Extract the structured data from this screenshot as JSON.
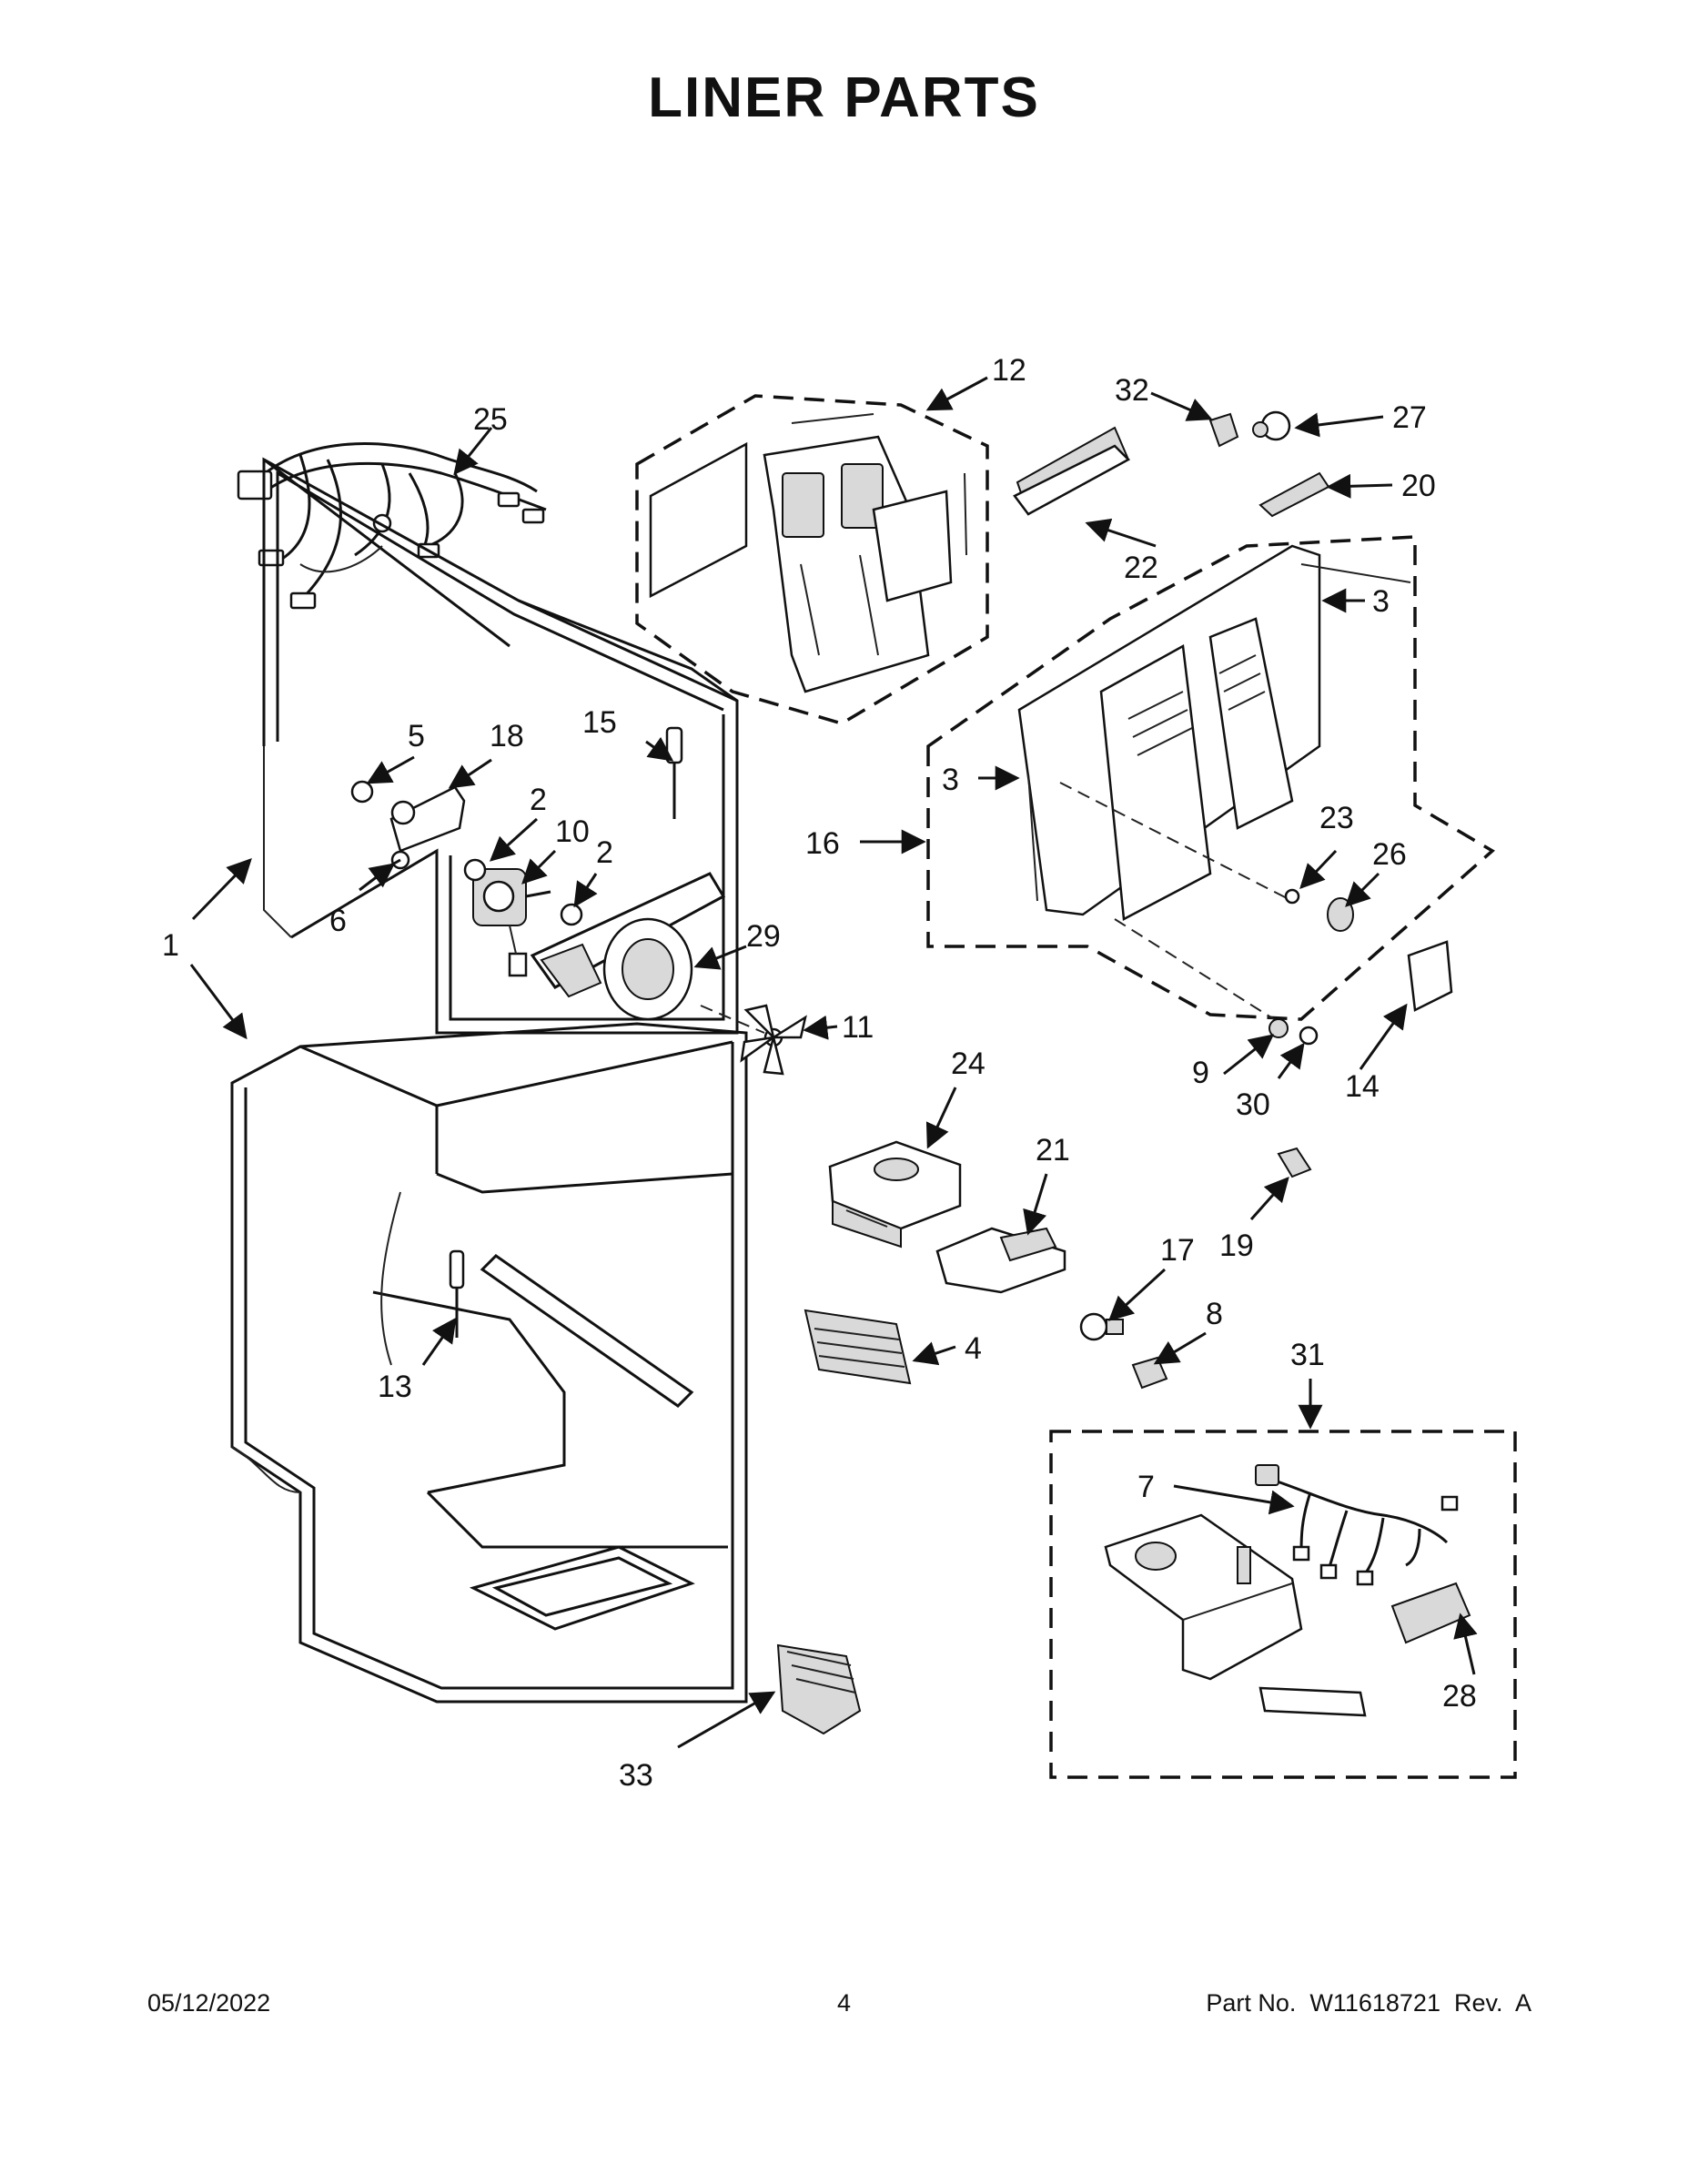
{
  "title": "LINER PARTS",
  "footer": {
    "date": "05/12/2022",
    "page": "4",
    "part_no": "Part No.  W11618721  Rev.  A"
  },
  "callouts": {
    "c1": "1",
    "c2a": "2",
    "c2b": "2",
    "c3a": "3",
    "c3b": "3",
    "c4": "4",
    "c5": "5",
    "c6": "6",
    "c7": "7",
    "c8": "8",
    "c9": "9",
    "c10": "10",
    "c11": "11",
    "c12": "12",
    "c13": "13",
    "c14": "14",
    "c15": "15",
    "c16": "16",
    "c17": "17",
    "c18": "18",
    "c19": "19",
    "c20": "20",
    "c21": "21",
    "c22": "22",
    "c23": "23",
    "c24": "24",
    "c25": "25",
    "c26": "26",
    "c27": "27",
    "c28": "28",
    "c29": "29",
    "c30": "30",
    "c31": "31",
    "c32": "32",
    "c33": "33"
  }
}
